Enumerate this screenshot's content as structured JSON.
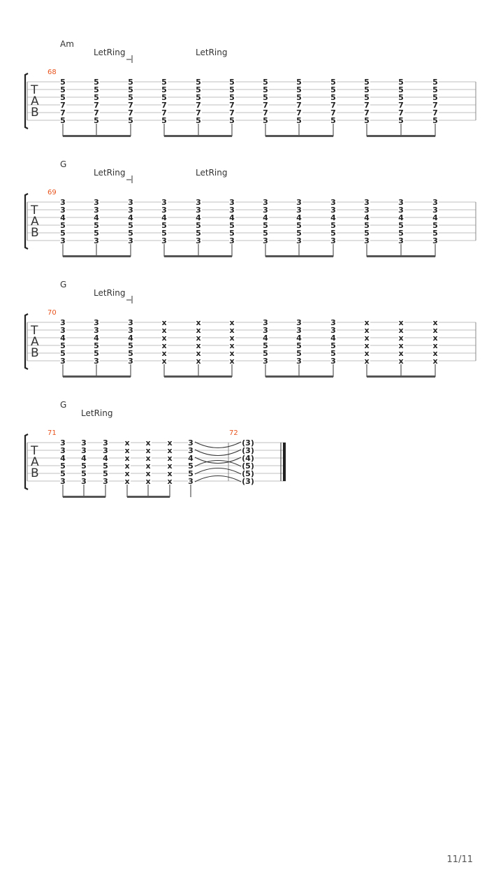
{
  "tab_label": [
    "T",
    "A",
    "B"
  ],
  "page_number": "11/11",
  "colors": {
    "measure_number": "#e8541e",
    "staff_line": "#999999",
    "notes": "#222222"
  },
  "systems": [
    {
      "measure_number": "68",
      "chord_name": "Am",
      "let_ring": [
        "LetRing",
        "LetRing"
      ],
      "beats": [
        [
          "5",
          "5",
          "5",
          "7",
          "7",
          "5"
        ],
        [
          "5",
          "5",
          "5",
          "7",
          "7",
          "5"
        ],
        [
          "5",
          "5",
          "5",
          "7",
          "7",
          "5"
        ],
        [
          "5",
          "5",
          "5",
          "7",
          "7",
          "5"
        ],
        [
          "5",
          "5",
          "5",
          "7",
          "7",
          "5"
        ],
        [
          "5",
          "5",
          "5",
          "7",
          "7",
          "5"
        ],
        [
          "5",
          "5",
          "5",
          "7",
          "7",
          "5"
        ],
        [
          "5",
          "5",
          "5",
          "7",
          "7",
          "5"
        ],
        [
          "5",
          "5",
          "5",
          "7",
          "7",
          "5"
        ],
        [
          "5",
          "5",
          "5",
          "7",
          "7",
          "5"
        ],
        [
          "5",
          "5",
          "5",
          "7",
          "7",
          "5"
        ],
        [
          "5",
          "5",
          "5",
          "7",
          "7",
          "5"
        ]
      ]
    },
    {
      "measure_number": "69",
      "chord_name": "G",
      "let_ring": [
        "LetRing",
        "LetRing"
      ],
      "beats": [
        [
          "3",
          "3",
          "4",
          "5",
          "5",
          "3"
        ],
        [
          "3",
          "3",
          "4",
          "5",
          "5",
          "3"
        ],
        [
          "3",
          "3",
          "4",
          "5",
          "5",
          "3"
        ],
        [
          "3",
          "3",
          "4",
          "5",
          "5",
          "3"
        ],
        [
          "3",
          "3",
          "4",
          "5",
          "5",
          "3"
        ],
        [
          "3",
          "3",
          "4",
          "5",
          "5",
          "3"
        ],
        [
          "3",
          "3",
          "4",
          "5",
          "5",
          "3"
        ],
        [
          "3",
          "3",
          "4",
          "5",
          "5",
          "3"
        ],
        [
          "3",
          "3",
          "4",
          "5",
          "5",
          "3"
        ],
        [
          "3",
          "3",
          "4",
          "5",
          "5",
          "3"
        ],
        [
          "3",
          "3",
          "4",
          "5",
          "5",
          "3"
        ],
        [
          "3",
          "3",
          "4",
          "5",
          "5",
          "3"
        ]
      ]
    },
    {
      "measure_number": "70",
      "chord_name": "G",
      "let_ring": [
        "LetRing"
      ],
      "beats": [
        [
          "3",
          "3",
          "4",
          "5",
          "5",
          "3"
        ],
        [
          "3",
          "3",
          "4",
          "5",
          "5",
          "3"
        ],
        [
          "3",
          "3",
          "4",
          "5",
          "5",
          "3"
        ],
        [
          "x",
          "x",
          "x",
          "x",
          "x",
          "x"
        ],
        [
          "x",
          "x",
          "x",
          "x",
          "x",
          "x"
        ],
        [
          "x",
          "x",
          "x",
          "x",
          "x",
          "x"
        ],
        [
          "3",
          "3",
          "4",
          "5",
          "5",
          "3"
        ],
        [
          "3",
          "3",
          "4",
          "5",
          "5",
          "3"
        ],
        [
          "3",
          "3",
          "4",
          "5",
          "5",
          "3"
        ],
        [
          "x",
          "x",
          "x",
          "x",
          "x",
          "x"
        ],
        [
          "x",
          "x",
          "x",
          "x",
          "x",
          "x"
        ],
        [
          "x",
          "x",
          "x",
          "x",
          "x",
          "x"
        ]
      ]
    },
    {
      "measure_number": "71",
      "measure_number_2": "72",
      "chord_name": "G",
      "let_ring": [
        "LetRing"
      ],
      "beats": [
        [
          "3",
          "3",
          "4",
          "5",
          "5",
          "3"
        ],
        [
          "3",
          "3",
          "4",
          "5",
          "5",
          "3"
        ],
        [
          "3",
          "3",
          "4",
          "5",
          "5",
          "3"
        ],
        [
          "x",
          "x",
          "x",
          "x",
          "x",
          "x"
        ],
        [
          "x",
          "x",
          "x",
          "x",
          "x",
          "x"
        ],
        [
          "x",
          "x",
          "x",
          "x",
          "x",
          "x"
        ],
        [
          "3",
          "3",
          "4",
          "5",
          "5",
          "3"
        ]
      ],
      "tied_beat": [
        "(3)",
        "(3)",
        "(4)",
        "(5)",
        "(5)",
        "(3)"
      ]
    }
  ]
}
